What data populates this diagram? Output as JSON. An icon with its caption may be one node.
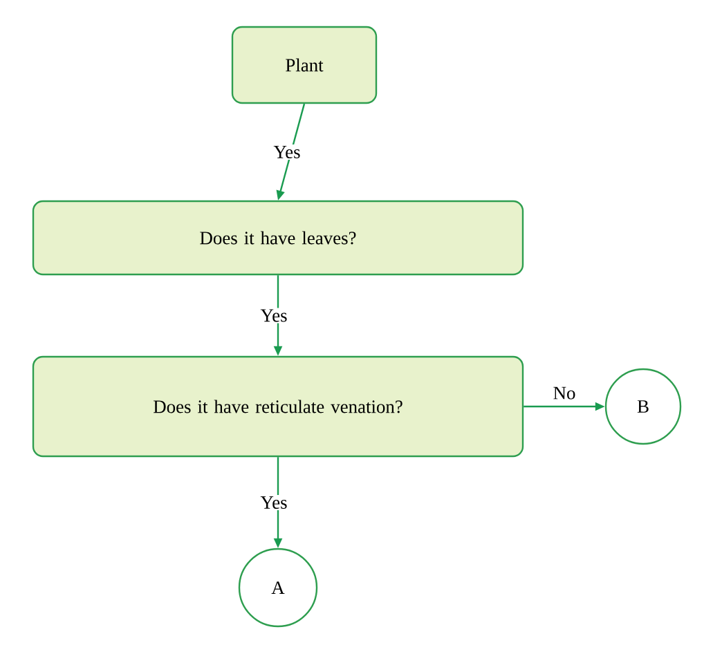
{
  "diagram": {
    "nodes": [
      {
        "text": [
          "Plant"
        ]
      },
      {
        "text": [
          "Does it have leaves?"
        ]
      },
      {
        "text": [
          "Does it have reticulate venation?"
        ]
      },
      {
        "text": [
          "B"
        ]
      },
      {
        "text": [
          "A"
        ]
      }
    ],
    "edges": [
      {
        "from": 0,
        "to": 1,
        "arrow": "to",
        "label": "Yes"
      },
      {
        "from": 1,
        "to": 2,
        "arrow": "to",
        "label": "Yes"
      },
      {
        "from": 2,
        "to": 3,
        "arrow": "to",
        "label": "No"
      },
      {
        "from": 2,
        "to": 4,
        "arrow": "to",
        "label": "Yes"
      }
    ]
  }
}
